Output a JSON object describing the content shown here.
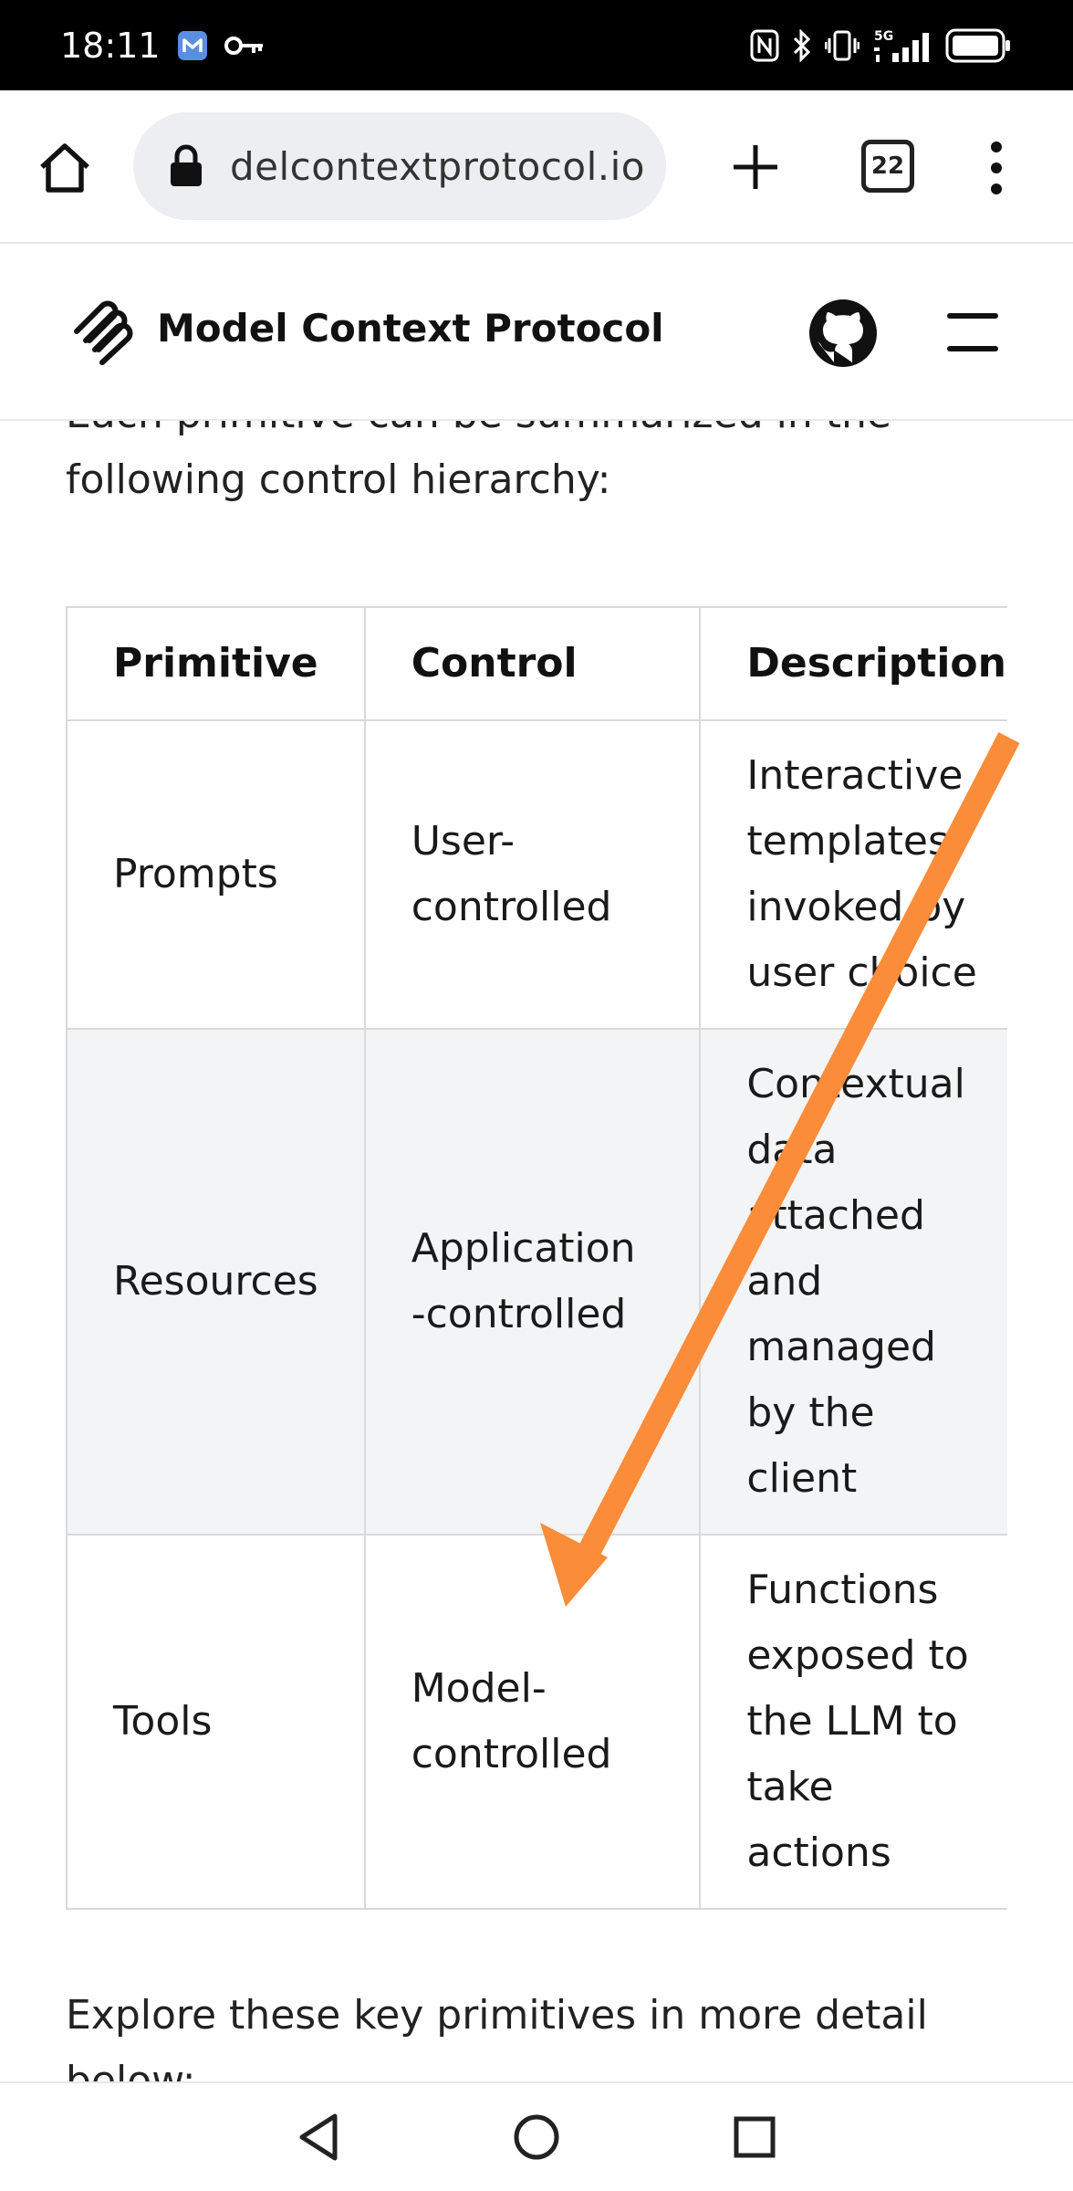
{
  "status_bar": {
    "time": "18:11",
    "icons": [
      "mail-icon",
      "key-icon",
      "nfc-icon",
      "bluetooth-icon",
      "vibrate-icon",
      "signal-5g-icon",
      "battery-icon"
    ],
    "network_label": "5G"
  },
  "browser": {
    "url": "delcontextprotocol.io",
    "tab_count": "22"
  },
  "site": {
    "title": "Model Context Protocol"
  },
  "content": {
    "intro_line1": "Each primitive can be summarized in the",
    "intro_line2": "following control hierarchy:",
    "table": {
      "headers": [
        "Primitive",
        "Control",
        "Description"
      ],
      "rows": [
        {
          "primitive": "Prompts",
          "control": [
            "User-",
            "controlled"
          ],
          "description": [
            "Interactive",
            "templates",
            "invoked by",
            "user choice"
          ]
        },
        {
          "primitive": "Resources",
          "control": [
            "Application",
            "-controlled"
          ],
          "description": [
            "Contextual",
            "data",
            "attached",
            "and",
            "managed",
            "by the",
            "client"
          ]
        },
        {
          "primitive": "Tools",
          "control": [
            "Model-",
            "controlled"
          ],
          "description": [
            "Functions",
            "exposed to",
            "the LLM to",
            "take",
            "actions"
          ]
        }
      ]
    },
    "outro_line1": "Explore these key primitives in more detail",
    "outro_line2": "below:"
  },
  "annotation": {
    "arrow_color": "#fb8c3a"
  },
  "nav": {
    "icons": [
      "back-icon",
      "home-icon",
      "recents-icon"
    ]
  }
}
